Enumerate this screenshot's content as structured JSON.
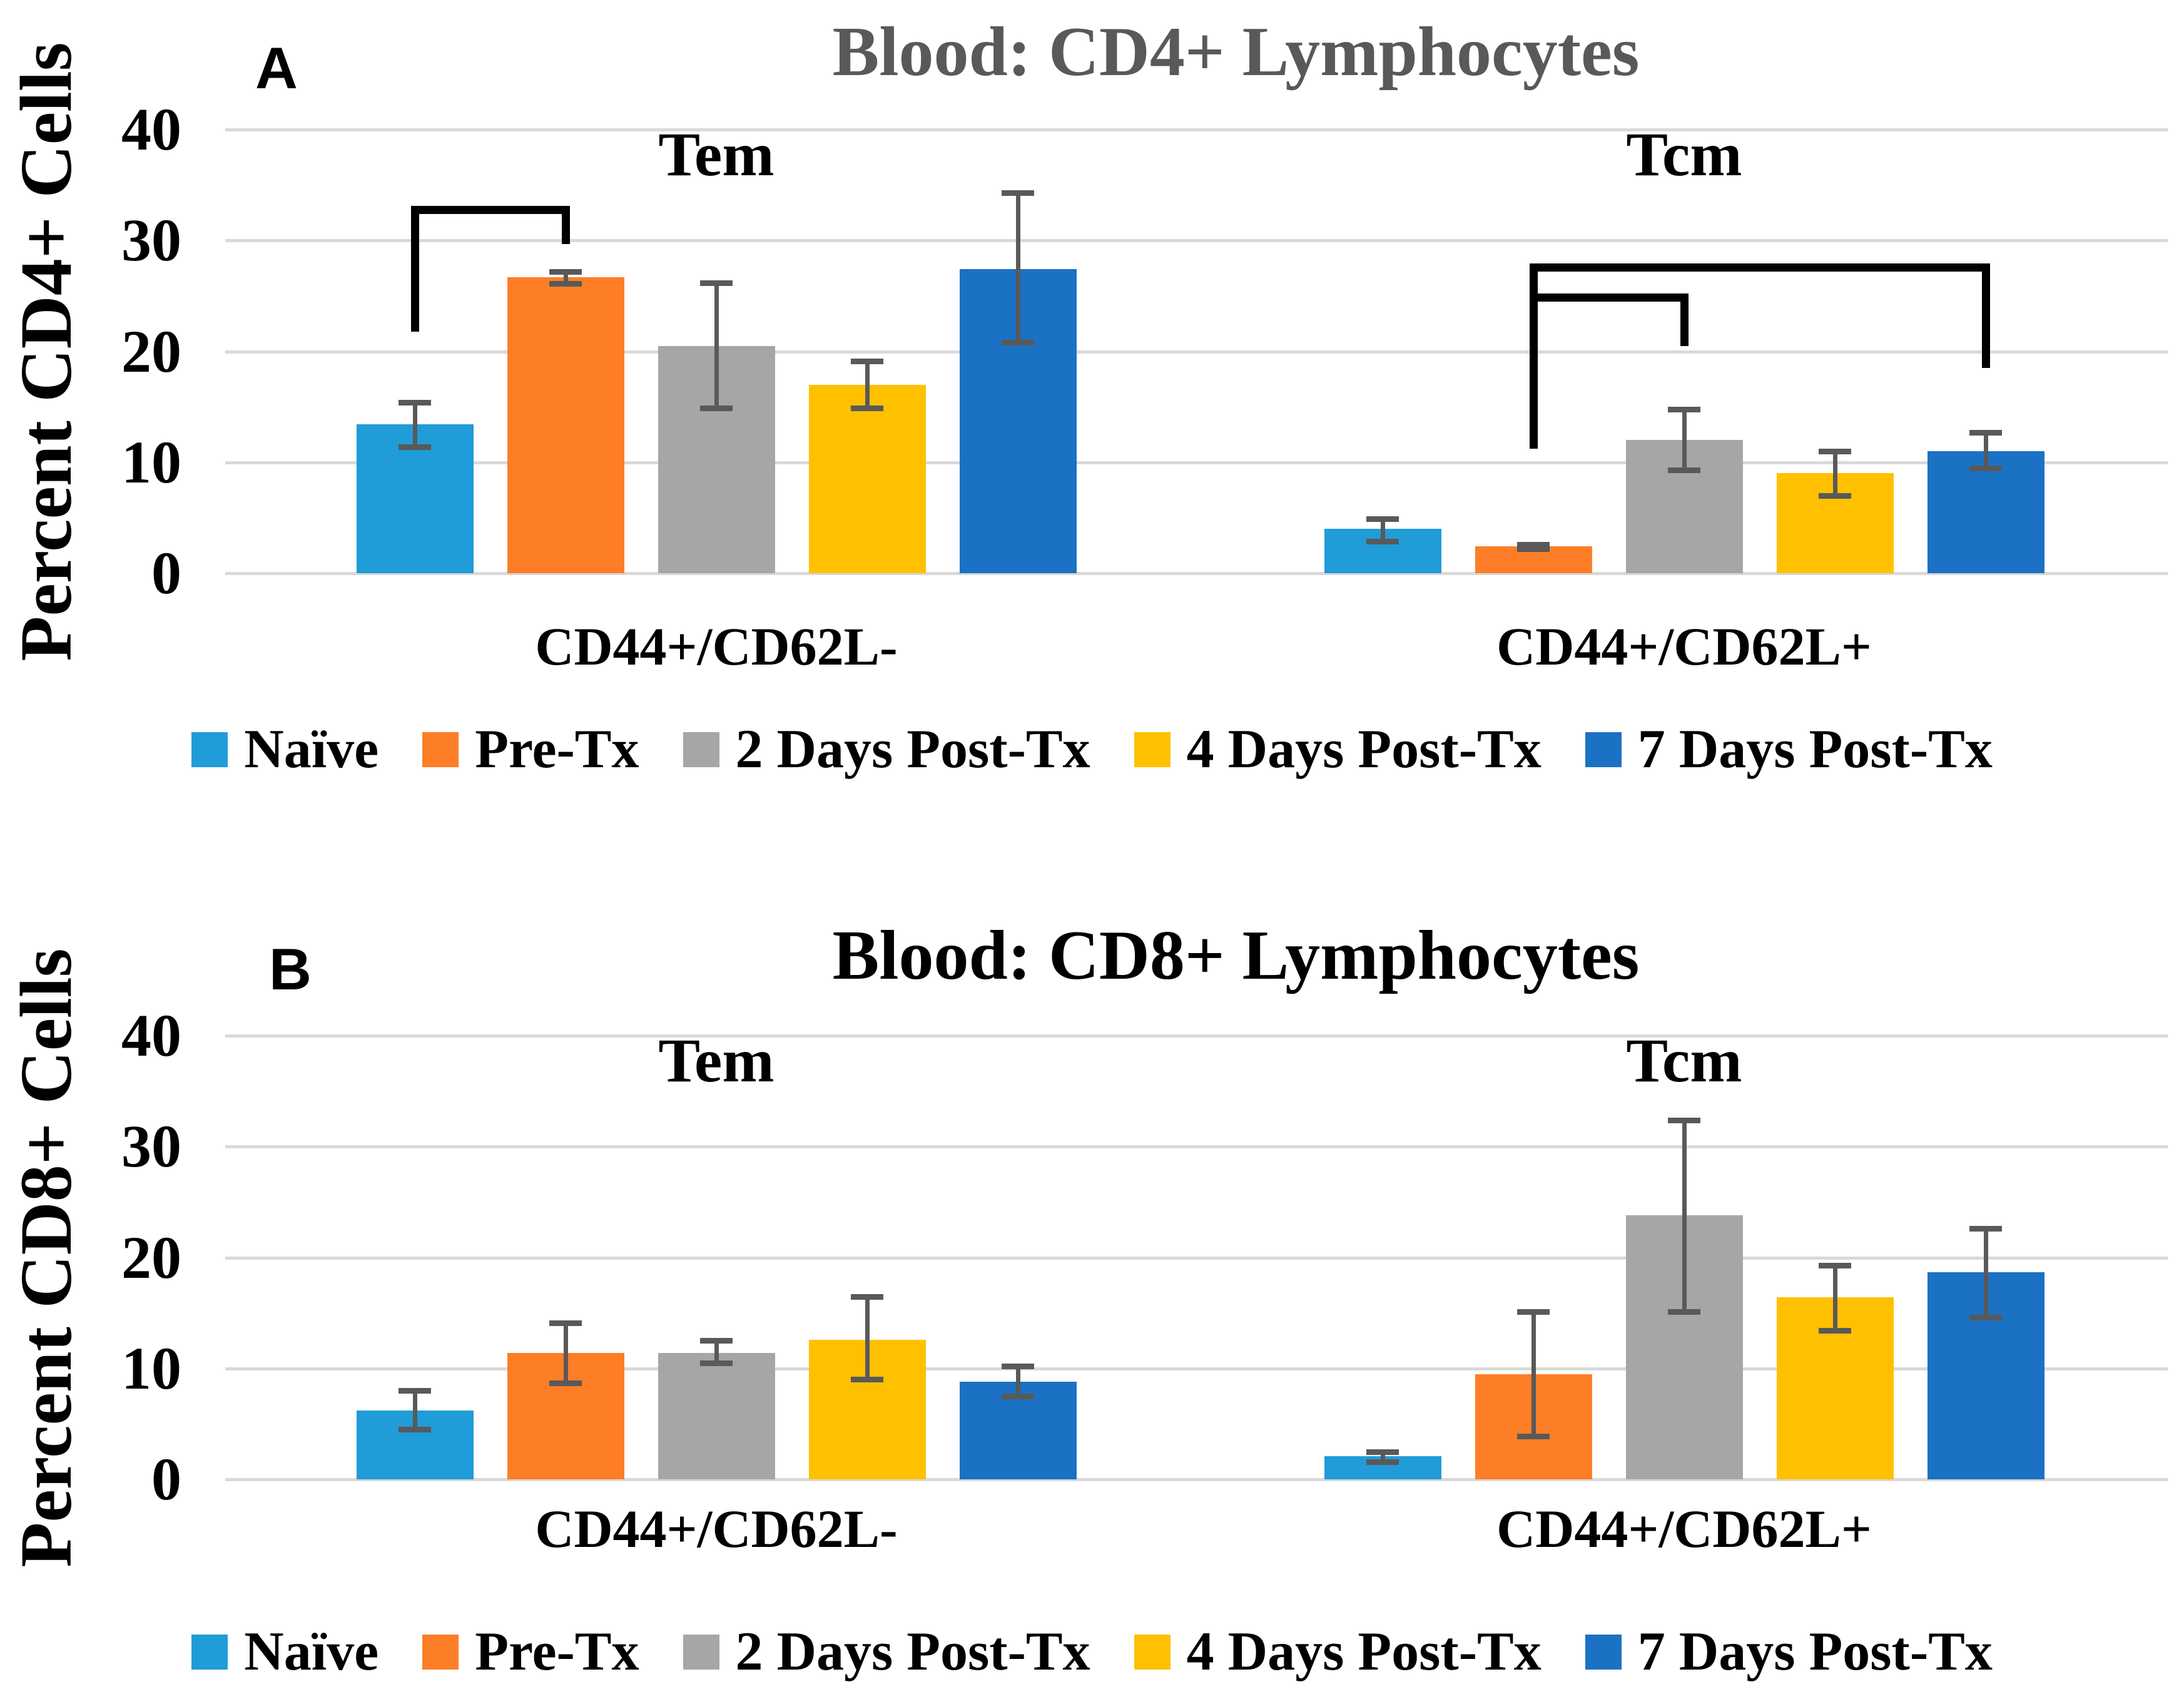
{
  "figure": {
    "background": "#FFFFFF",
    "gridline_color": "#D9D9D9",
    "error_bar_color": "#595959",
    "bracket_color": "#000000"
  },
  "chart_data": [
    {
      "type": "bar",
      "panel_label": "A",
      "title": "Blood: CD4+ Lymphocytes",
      "title_color": "#595959",
      "ylabel": "Percent CD4+ Cells",
      "xlabel": "",
      "ylim": [
        0,
        40
      ],
      "y_ticks": [
        0,
        10,
        20,
        30,
        40
      ],
      "grid": true,
      "legend_position": "bottom",
      "categories": [
        "CD44+/CD62L-",
        "CD44+/CD62L+"
      ],
      "group_labels": [
        "Tem",
        "Tcm"
      ],
      "series": [
        {
          "name": "Naïve",
          "color": "#209CD8",
          "values": [
            13.4,
            4.0
          ],
          "err_low": [
            11.4,
            2.9
          ],
          "err_high": [
            15.4,
            4.9
          ]
        },
        {
          "name": "Pre-Tx",
          "color": "#FD7E27",
          "values": [
            26.7,
            2.4
          ],
          "err_low": [
            26.1,
            2.2
          ],
          "err_high": [
            27.2,
            2.6
          ]
        },
        {
          "name": "2 Days Post-Tx",
          "color": "#A7A6A5",
          "values": [
            20.5,
            12.0
          ],
          "err_low": [
            14.9,
            9.3
          ],
          "err_high": [
            26.2,
            14.8
          ]
        },
        {
          "name": "4 Days Post-Tx",
          "color": "#FFC000",
          "values": [
            17.0,
            9.0
          ],
          "err_low": [
            14.9,
            7.0
          ],
          "err_high": [
            19.1,
            11.0
          ]
        },
        {
          "name": "7 Days Post-Tx",
          "color": "#1B71C4",
          "values": [
            27.4,
            11.0
          ],
          "err_low": [
            20.8,
            9.5
          ],
          "err_high": [
            34.3,
            12.7
          ]
        }
      ],
      "significance_brackets": [
        {
          "group": 0,
          "from_series": 0,
          "to_series": 1,
          "top": 32.8,
          "left_drop_to": 21.8,
          "right_drop_to": 29.7
        },
        {
          "group": 1,
          "from_series": 1,
          "to_series": 4,
          "top": 27.6,
          "left_drop_to": 11.2,
          "right_drop_to": 18.5
        },
        {
          "group": 1,
          "from_series": 1,
          "to_series": 2,
          "top": 24.9,
          "left_drop_to": 24.9,
          "right_drop_to": 20.5
        }
      ]
    },
    {
      "type": "bar",
      "panel_label": "B",
      "title": "Blood: CD8+ Lymphocytes",
      "title_color": "#000000",
      "ylabel": "Percent CD8+ Cells",
      "xlabel": "",
      "ylim": [
        0,
        40
      ],
      "y_ticks": [
        0,
        10,
        20,
        30,
        40
      ],
      "grid": true,
      "legend_position": "bottom",
      "categories": [
        "CD44+/CD62L-",
        "CD44+/CD62L+"
      ],
      "group_labels": [
        "Tem",
        "Tcm"
      ],
      "series": [
        {
          "name": "Naïve",
          "color": "#209CD8",
          "values": [
            6.2,
            2.1
          ],
          "err_low": [
            4.5,
            1.6
          ],
          "err_high": [
            8.0,
            2.5
          ]
        },
        {
          "name": "Pre-Tx",
          "color": "#FD7E27",
          "values": [
            11.4,
            9.5
          ],
          "err_low": [
            8.7,
            3.9
          ],
          "err_high": [
            14.1,
            15.1
          ]
        },
        {
          "name": "2 Days Post-Tx",
          "color": "#A7A6A5",
          "values": [
            11.4,
            23.8
          ],
          "err_low": [
            10.5,
            15.1
          ],
          "err_high": [
            12.5,
            32.4
          ]
        },
        {
          "name": "4 Days Post-Tx",
          "color": "#FFC000",
          "values": [
            12.6,
            16.4
          ],
          "err_low": [
            9.0,
            13.4
          ],
          "err_high": [
            16.5,
            19.3
          ]
        },
        {
          "name": "7 Days Post-Tx",
          "color": "#1B71C4",
          "values": [
            8.8,
            18.7
          ],
          "err_low": [
            7.5,
            14.6
          ],
          "err_high": [
            10.2,
            22.6
          ]
        }
      ],
      "significance_brackets": []
    }
  ]
}
